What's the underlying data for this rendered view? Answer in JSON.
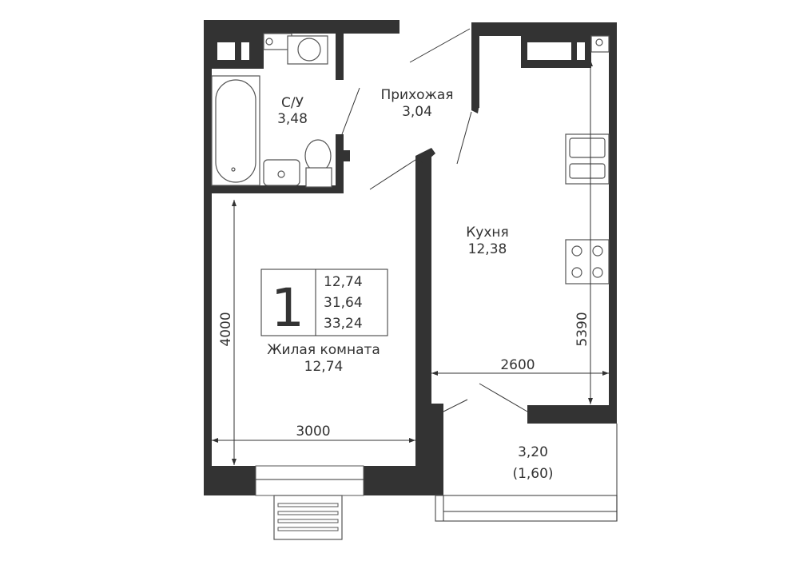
{
  "rooms": {
    "bathroom": {
      "name": "С/У",
      "area": "3,48"
    },
    "hallway": {
      "name": "Прихожая",
      "area": "3,04"
    },
    "kitchen": {
      "name": "Кухня",
      "area": "12,38"
    },
    "living": {
      "name": "Жилая комната",
      "area": "12,74"
    },
    "balcony": {
      "area": "3,20",
      "reduced_area": "(1,60)"
    }
  },
  "summary": {
    "rooms_count": "1",
    "living_area": "12,74",
    "total_area": "31,64",
    "total_with_balcony": "33,24"
  },
  "dimensions": {
    "living_height": "4000",
    "living_width": "3000",
    "kitchen_width": "2600",
    "kitchen_length": "5390"
  }
}
